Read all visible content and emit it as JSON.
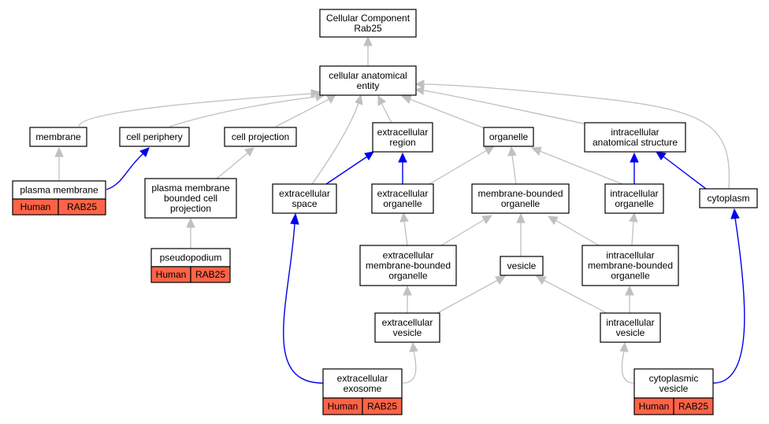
{
  "colors": {
    "badge_fill": "#ff6347",
    "edge_gray": "#c0c0c0",
    "edge_blue": "#0000ee"
  },
  "nodes": {
    "root": {
      "lines": [
        "Cellular Component",
        "Rab25"
      ]
    },
    "cae": {
      "lines": [
        "cellular anatomical",
        "entity"
      ]
    },
    "membrane": {
      "lines": [
        "membrane"
      ]
    },
    "cellperiphery": {
      "lines": [
        "cell periphery"
      ]
    },
    "cellprojection": {
      "lines": [
        "cell projection"
      ]
    },
    "extracellularregion": {
      "lines": [
        "extracellular",
        "region"
      ]
    },
    "organelle": {
      "lines": [
        "organelle"
      ]
    },
    "intracellularanat": {
      "lines": [
        "intracellular",
        "anatomical structure"
      ]
    },
    "plasmamembrane": {
      "lines": [
        "plasma membrane"
      ]
    },
    "pmbcp": {
      "lines": [
        "plasma membrane",
        "bounded cell",
        "projection"
      ]
    },
    "extracellularspace": {
      "lines": [
        "extracellular",
        "space"
      ]
    },
    "extracellularorganelle": {
      "lines": [
        "extracellular",
        "organelle"
      ]
    },
    "membraneboundedorganelle": {
      "lines": [
        "membrane-bounded",
        "organelle"
      ]
    },
    "intracellularorganelle": {
      "lines": [
        "intracellular",
        "organelle"
      ]
    },
    "cytoplasm": {
      "lines": [
        "cytoplasm"
      ]
    },
    "pseudopodium": {
      "lines": [
        "pseudopodium"
      ]
    },
    "ecmbo": {
      "lines": [
        "extracellular",
        "membrane-bounded",
        "organelle"
      ]
    },
    "vesicle": {
      "lines": [
        "vesicle"
      ]
    },
    "icmbo": {
      "lines": [
        "intracellular",
        "membrane-bounded",
        "organelle"
      ]
    },
    "extracellularvesicle": {
      "lines": [
        "extracellular",
        "vesicle"
      ]
    },
    "intracellularvesicle": {
      "lines": [
        "intracellular",
        "vesicle"
      ]
    },
    "exosome": {
      "lines": [
        "extracellular",
        "exosome"
      ]
    },
    "cytoplasmicvesicle": {
      "lines": [
        "cytoplasmic",
        "vesicle"
      ]
    }
  },
  "badges": {
    "plasmamembrane": {
      "species": "Human",
      "gene": "RAB25"
    },
    "pseudopodium": {
      "species": "Human",
      "gene": "RAB25"
    },
    "exosome": {
      "species": "Human",
      "gene": "RAB25"
    },
    "cytoplasmicvesicle": {
      "species": "Human",
      "gene": "RAB25"
    }
  }
}
